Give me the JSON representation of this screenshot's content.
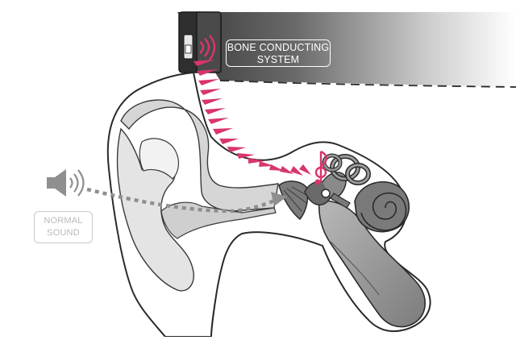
{
  "labels": {
    "bone_conducting": [
      "BONE CONDUCTING",
      "SYSTEM"
    ],
    "normal_sound": [
      "NORMAL",
      "SOUND"
    ]
  },
  "colors": {
    "vibration": "#d9356e",
    "headband_dark": "#3a3a3a",
    "headband_light": "#ffffff",
    "ear_fill": "#ffffff",
    "ear_inner": "#d8d8d8",
    "outline": "#2a2a2a",
    "ossicle": "#6a6a6a",
    "bone": "#9a9a9a",
    "sound_path": "#8f8f8f",
    "label_gray": "#b9b9b9"
  },
  "icons": [
    "speaker-icon",
    "music-note-icon",
    "transducer-icon"
  ]
}
